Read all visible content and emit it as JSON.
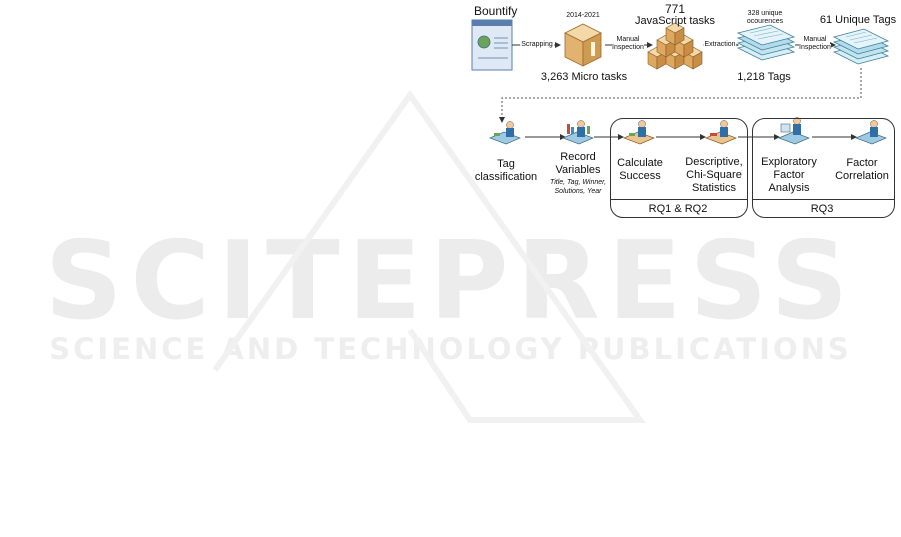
{
  "watermark": {
    "main": "SCITEPRESS",
    "sub": "SCIENCE AND TECHNOLOGY PUBLICATIONS"
  },
  "diagram": {
    "source": {
      "name": "Bountify",
      "years": "2014-2021",
      "count_label": "3,263 Micro tasks"
    },
    "tasks": {
      "count": "771",
      "label": "JavaScript tasks"
    },
    "tags": {
      "occurrences": "328 unique",
      "occurrences_line2": "ocourences",
      "count_label": "1,218 Tags"
    },
    "unique_tags": {
      "label": "61 Unique Tags"
    },
    "edges": {
      "scrapping": "Scrapping",
      "manual_inspection_1_line1": "Manual",
      "manual_inspection_1_line2": "Inspection",
      "extraction": "Extraction",
      "manual_inspection_2_line1": "Manual",
      "manual_inspection_2_line2": "Inspection"
    },
    "steps": {
      "tag_classification": {
        "line1": "Tag",
        "line2": "classification"
      },
      "record_variables": {
        "line1": "Record",
        "line2": "Variables",
        "detail1": "Title, Tag, Winner,",
        "detail2": "Solutions, Year"
      },
      "calculate_success": {
        "line1": "Calculate",
        "line2": "Success"
      },
      "descriptive": {
        "line1": "Descriptive,",
        "line2": "Chi-Square",
        "line3": "Statistics"
      },
      "exploratory": {
        "line1": "Exploratory",
        "line2": "Factor",
        "line3": "Analysis"
      },
      "factor_correlation": {
        "line1": "Factor",
        "line2": "Correlation"
      }
    },
    "groups": {
      "rq12": "RQ1 & RQ2",
      "rq3": "RQ3"
    },
    "colors": {
      "stroke": "#333333",
      "box": "#e9c48e",
      "doc": "#a9d8e8",
      "watermark": "#ececec"
    }
  }
}
